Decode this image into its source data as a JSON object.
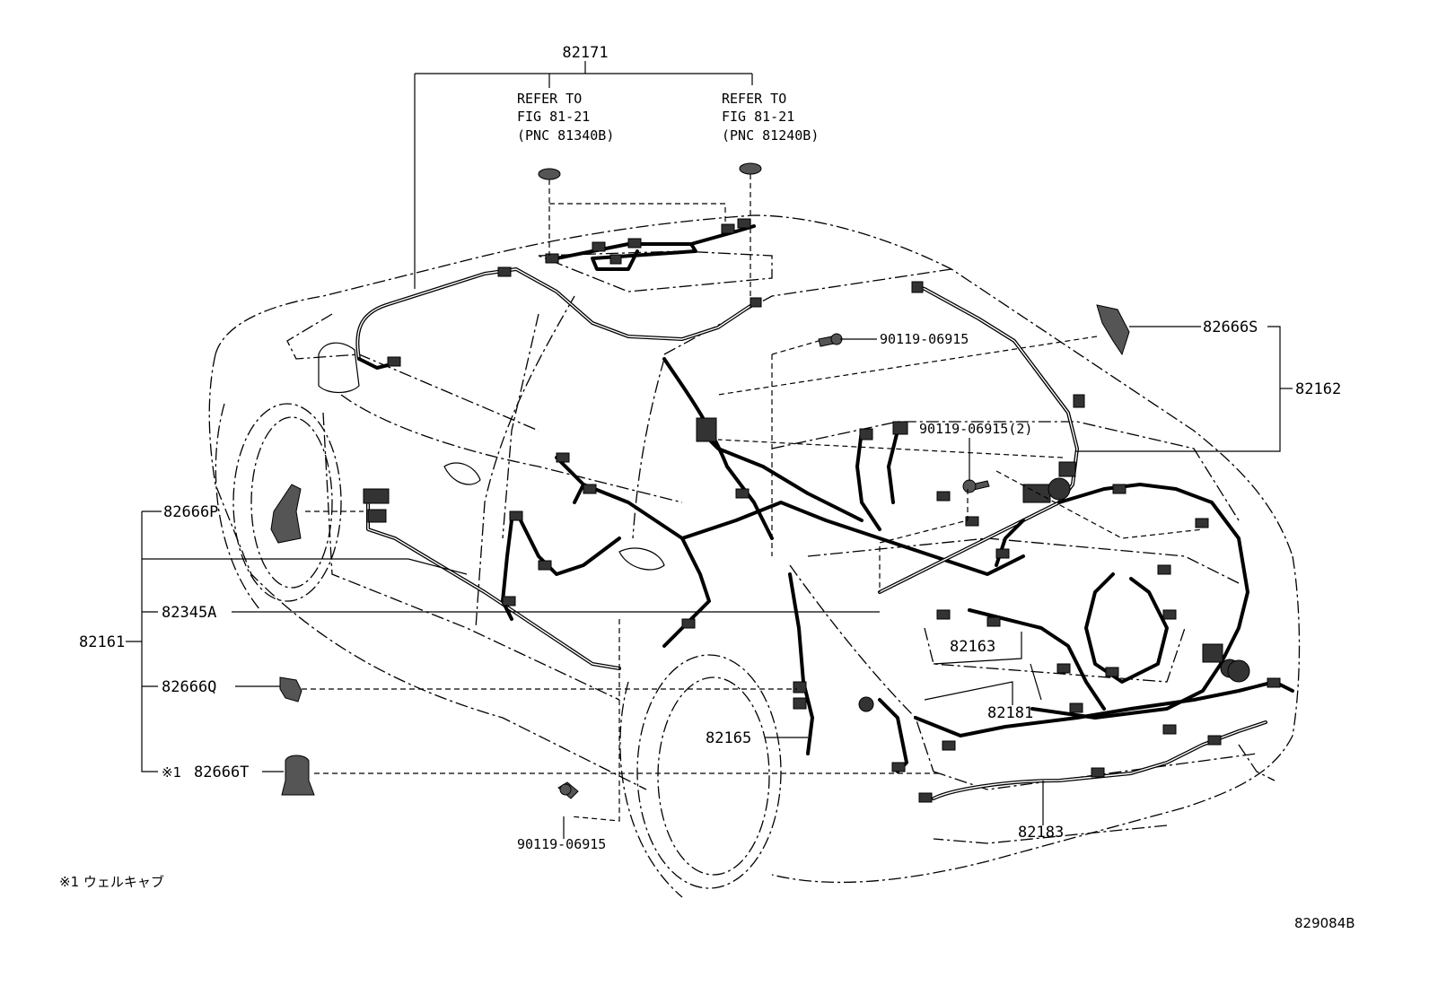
{
  "parts": {
    "p82171": "82171",
    "refer_left": [
      "REFER TO",
      "FIG 81-21",
      "(PNC 81340B)"
    ],
    "refer_right": [
      "REFER TO",
      "FIG 81-21",
      "(PNC 81240B)"
    ],
    "p90119_top": "90119-06915",
    "p82666S": "82666S",
    "p82162": "82162",
    "p90119_2": "90119-06915(2)",
    "p82666P": "82666P",
    "p82345A": "82345A",
    "p82161": "82161",
    "p82163": "82163",
    "p82666Q": "82666Q",
    "p82181": "82181",
    "p82165": "82165",
    "mark1": "※1",
    "p82666T": "82666T",
    "p82183": "82183",
    "p90119_bottom": "90119-06915"
  },
  "footnote": "※1 ウェルキャブ",
  "figure_code": "829084B"
}
